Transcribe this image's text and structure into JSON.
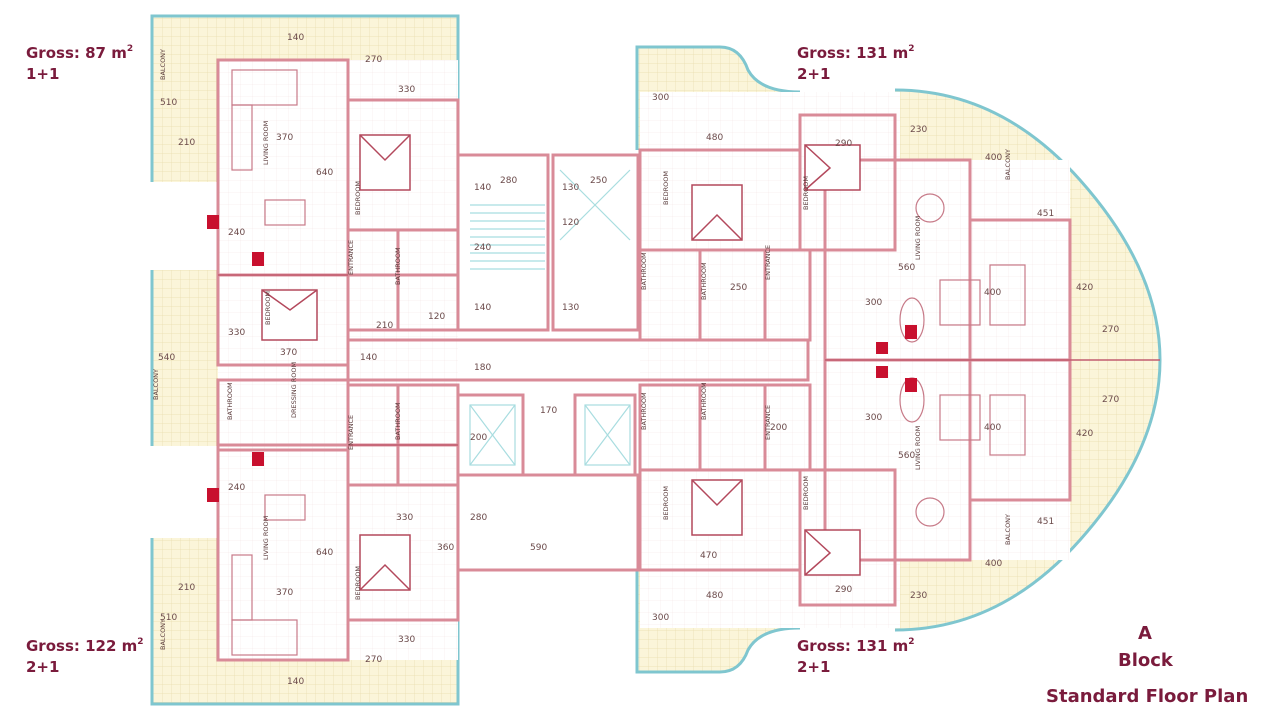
{
  "units": [
    {
      "id": "nw",
      "gross_label": "Gross: 87 m",
      "sup": "2",
      "type": "1+1"
    },
    {
      "id": "sw",
      "gross_label": "Gross: 122 m",
      "sup": "2",
      "type": "2+1"
    },
    {
      "id": "ne",
      "gross_label": "Gross: 131 m",
      "sup": "2",
      "type": "2+1"
    },
    {
      "id": "se",
      "gross_label": "Gross: 131 m",
      "sup": "2",
      "type": "2+1"
    }
  ],
  "title": {
    "line1": "A",
    "line2": "Block",
    "line3": "Standard Floor Plan"
  },
  "colors": {
    "wall": "#d98b98",
    "wall_dark": "#c25d6f",
    "terrace": "#fbf5d9",
    "grid": "#e6d8a9",
    "railing": "#7fc6cf",
    "stair": "#a8dde0",
    "label": "#7a1b3c"
  },
  "rooms": {
    "living_room": "LIVING ROOM",
    "bedroom": "BEDROOM",
    "bathroom": "BATHROOM",
    "entrance": "ENTRANCE",
    "balcony": "BALCONY",
    "dressing_room": "DRESSING ROOM"
  },
  "dimensions": {
    "d140": "140",
    "d270": "270",
    "d330": "330",
    "d510": "510",
    "d210": "210",
    "d370": "370",
    "d640": "640",
    "d360": "360",
    "d240": "240",
    "d170": "170",
    "d280": "280",
    "d200": "200",
    "d300": "300",
    "d480": "480",
    "d400": "400",
    "d290": "290",
    "d451": "451",
    "d420": "420",
    "d560": "560",
    "d470": "470",
    "d250": "250",
    "d130": "130",
    "d120": "120",
    "d180": "180",
    "d590": "590",
    "d540": "540",
    "d230": "230",
    "d270b": "270"
  }
}
